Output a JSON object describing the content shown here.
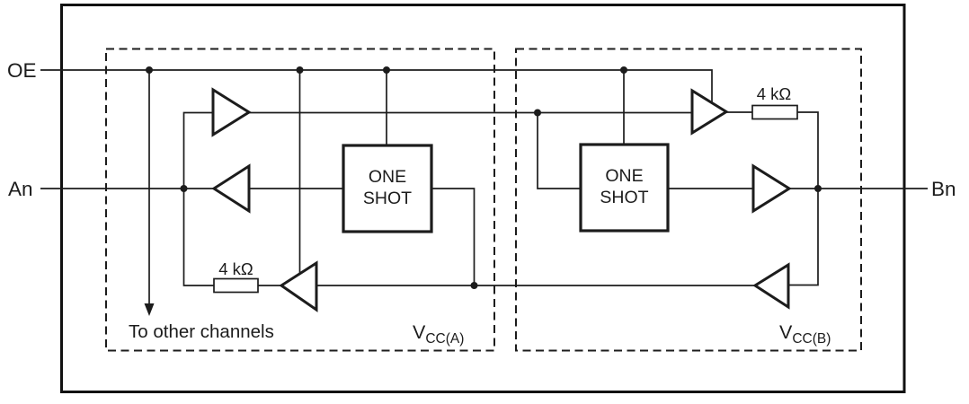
{
  "diagram": {
    "ports": {
      "oe": "OE",
      "an": "An",
      "bn": "Bn"
    },
    "one_shot_a": {
      "line1": "ONE",
      "line2": "SHOT"
    },
    "one_shot_b": {
      "line1": "ONE",
      "line2": "SHOT"
    },
    "resistors": {
      "a_value": "4 kΩ",
      "b_value": "4 kΩ"
    },
    "notes": {
      "to_other_channels": "To other channels"
    },
    "supplies": {
      "vcc_a_main": "V",
      "vcc_a_sub": "CC(A)",
      "vcc_b_main": "V",
      "vcc_b_sub": "CC(B)"
    },
    "colors": {
      "line": "#1c1c1c",
      "background": "#ffffff"
    }
  }
}
